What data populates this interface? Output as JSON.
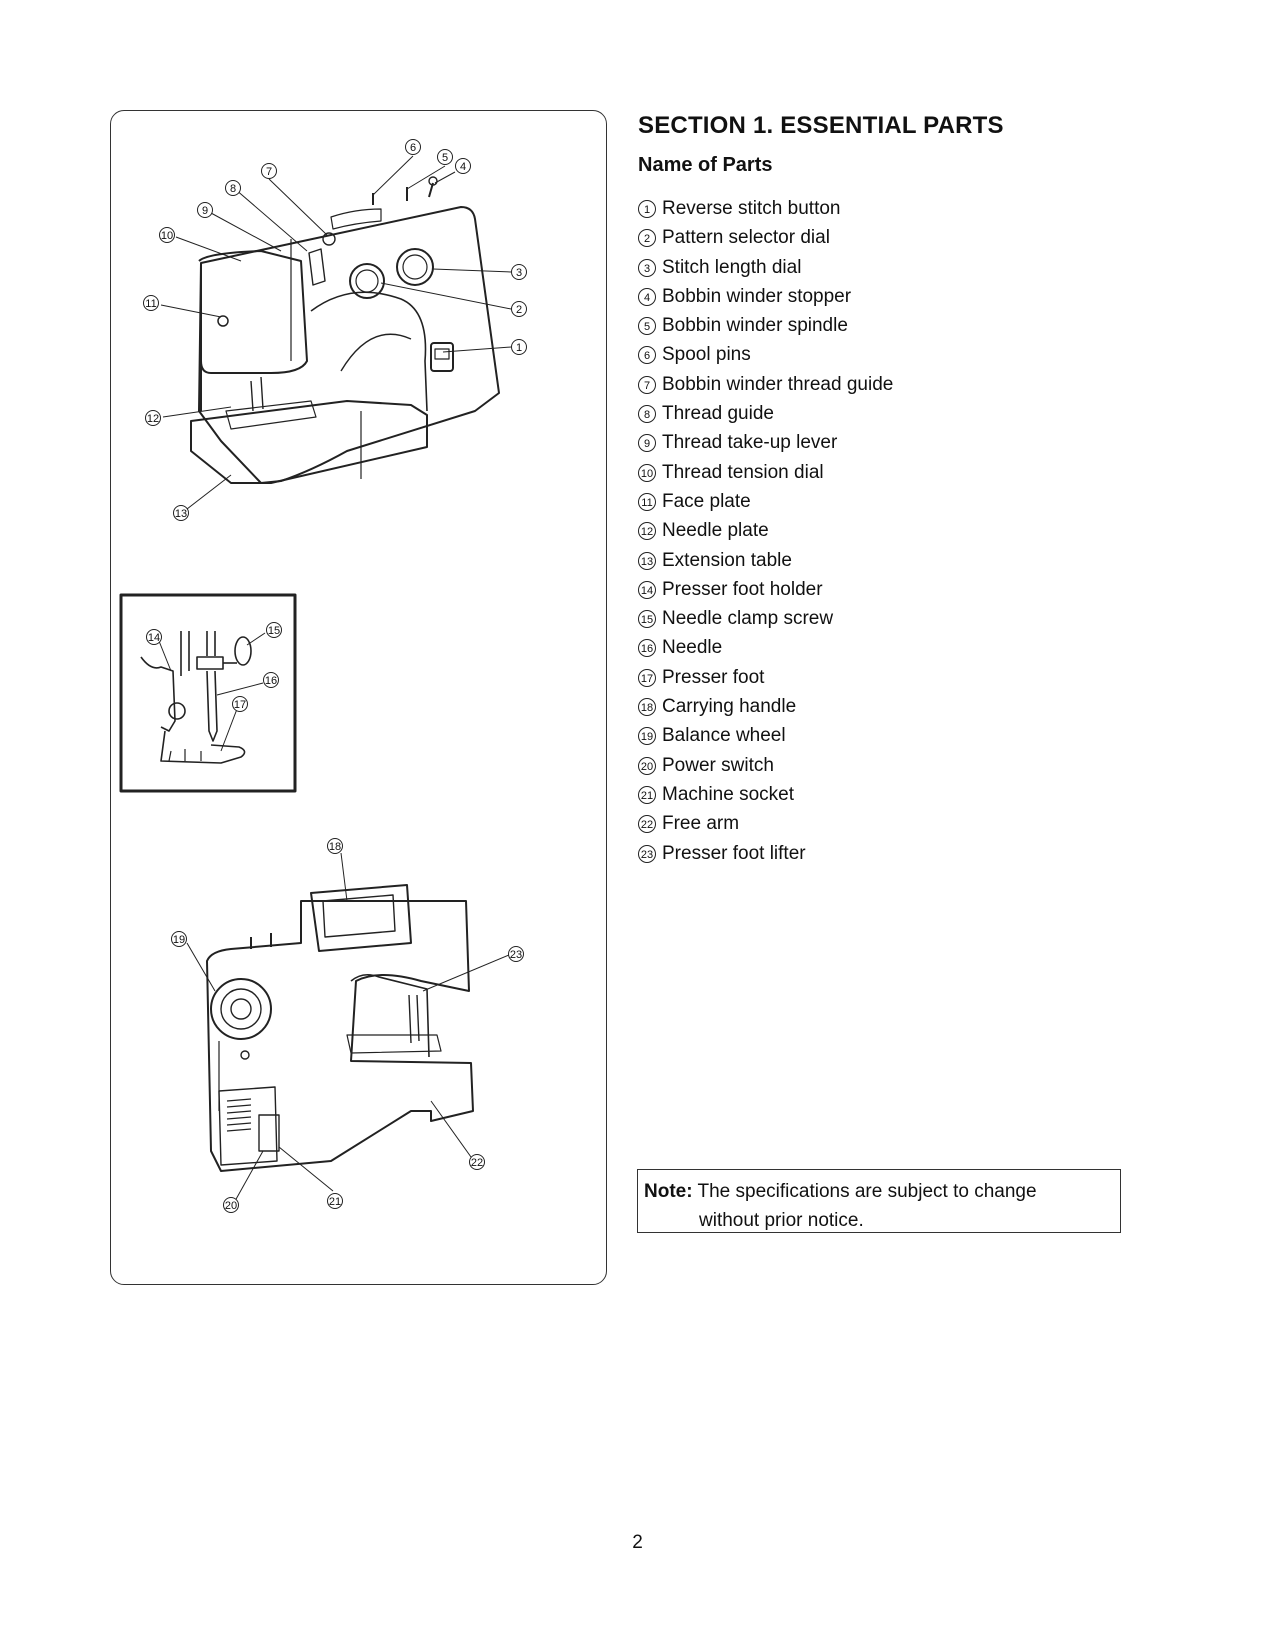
{
  "section_title": "SECTION 1. ESSENTIAL PARTS",
  "subtitle": "Name of Parts",
  "parts": [
    {
      "num": "1",
      "label": "Reverse stitch button"
    },
    {
      "num": "2",
      "label": "Pattern selector dial"
    },
    {
      "num": "3",
      "label": "Stitch length dial"
    },
    {
      "num": "4",
      "label": "Bobbin winder stopper"
    },
    {
      "num": "5",
      "label": "Bobbin winder spindle"
    },
    {
      "num": "6",
      "label": "Spool pins"
    },
    {
      "num": "7",
      "label": "Bobbin winder thread guide"
    },
    {
      "num": "8",
      "label": "Thread guide"
    },
    {
      "num": "9",
      "label": "Thread take-up lever"
    },
    {
      "num": "10",
      "label": "Thread tension dial"
    },
    {
      "num": "11",
      "label": "Face plate"
    },
    {
      "num": "12",
      "label": "Needle plate"
    },
    {
      "num": "13",
      "label": "Extension table"
    },
    {
      "num": "14",
      "label": "Presser foot holder"
    },
    {
      "num": "15",
      "label": "Needle clamp screw"
    },
    {
      "num": "16",
      "label": "Needle"
    },
    {
      "num": "17",
      "label": "Presser foot"
    },
    {
      "num": "18",
      "label": "Carrying handle"
    },
    {
      "num": "19",
      "label": "Balance wheel"
    },
    {
      "num": "20",
      "label": "Power switch"
    },
    {
      "num": "21",
      "label": "Machine socket"
    },
    {
      "num": "22",
      "label": "Free arm"
    },
    {
      "num": "23",
      "label": "Presser foot lifter"
    }
  ],
  "note": {
    "label": "Note:",
    "line1": "The specifications are subject to change",
    "line2": "without prior  notice."
  },
  "page_number": "2"
}
